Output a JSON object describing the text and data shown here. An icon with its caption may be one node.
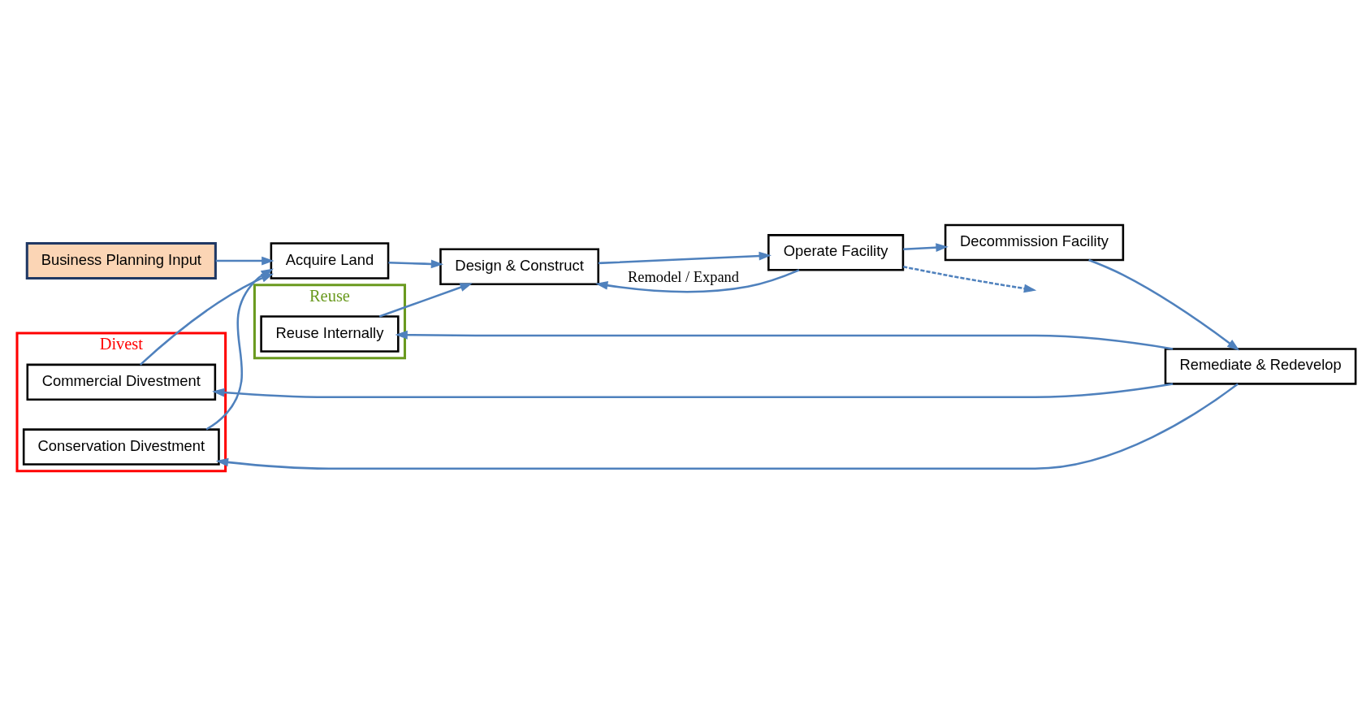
{
  "diagram": {
    "nodes": [
      {
        "text": [
          "Business Planning Input"
        ]
      },
      {
        "text": [
          "Acquire Land"
        ]
      },
      {
        "text": [
          "Design & Construct"
        ]
      },
      {
        "text": [
          "Operate Facility"
        ]
      },
      {
        "text": [
          "Decommission Facility"
        ]
      },
      {
        "text": [
          "Reuse"
        ]
      },
      {
        "text": [
          "Reuse Internally"
        ],
        "in": 5
      },
      {
        "text": [
          "Divest"
        ]
      },
      {
        "text": [
          "Commercial Divestment"
        ],
        "in": 7
      },
      {
        "text": [
          "Conservation Divestment"
        ],
        "in": 7
      },
      {
        "text": [
          "Remediate & Redevelop"
        ]
      }
    ],
    "edges": [
      {
        "from": 0,
        "to": 1,
        "arrow": "to"
      },
      {
        "from": 1,
        "to": 2,
        "arrow": "to"
      },
      {
        "from": 2,
        "to": 3,
        "arrow": "to"
      },
      {
        "from": 3,
        "to": 2,
        "arrow": "to",
        "label": "Remodel / Expand"
      },
      {
        "from": 3,
        "to": 4,
        "arrow": "to"
      },
      {
        "from": 3,
        "to": null,
        "arrow": "to",
        "style": "dashed"
      },
      {
        "from": 4,
        "to": 10,
        "arrow": "to"
      },
      {
        "from": 10,
        "to": 6,
        "arrow": "to"
      },
      {
        "from": 10,
        "to": 8,
        "arrow": "to"
      },
      {
        "from": 10,
        "to": 9,
        "arrow": "to"
      },
      {
        "from": 6,
        "to": 2,
        "arrow": "to"
      },
      {
        "from": 8,
        "to": 1,
        "arrow": "to"
      },
      {
        "from": 9,
        "to": 1,
        "arrow": "to"
      }
    ]
  }
}
